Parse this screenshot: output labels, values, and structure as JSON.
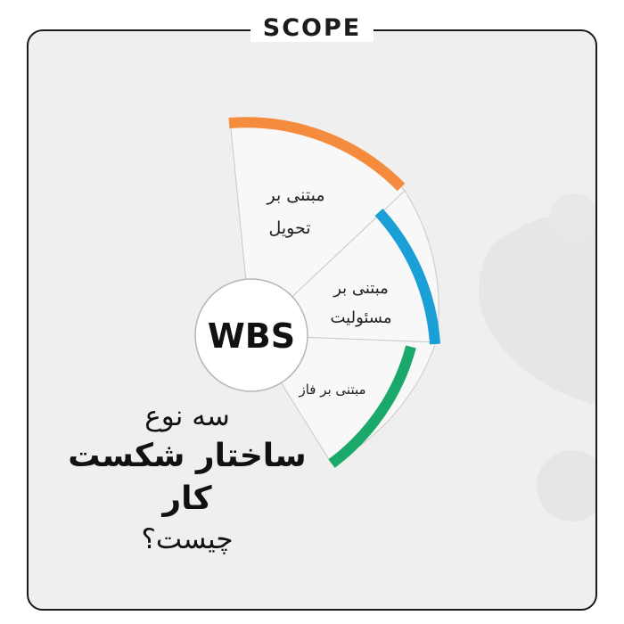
{
  "brand": {
    "logo": "SCOPE"
  },
  "diagram": {
    "center_label": "WBS",
    "segments": [
      {
        "line1": "مبتنی بر",
        "line2": "تحویل",
        "color": "#f58b3c"
      },
      {
        "line1": "مبتنی بر",
        "line2": "مسئولیت",
        "color": "#1a9fd6"
      },
      {
        "line1": "مبتنی بر فاز",
        "line2": "",
        "color": "#1aa96a"
      }
    ]
  },
  "headline": {
    "line1": "سه نوع",
    "line2": "ساختار شکست کار",
    "line3": "چیست؟"
  },
  "colors": {
    "frame": "#1a1a1a",
    "background": "#efefef",
    "panel": "#f8f8f8"
  }
}
